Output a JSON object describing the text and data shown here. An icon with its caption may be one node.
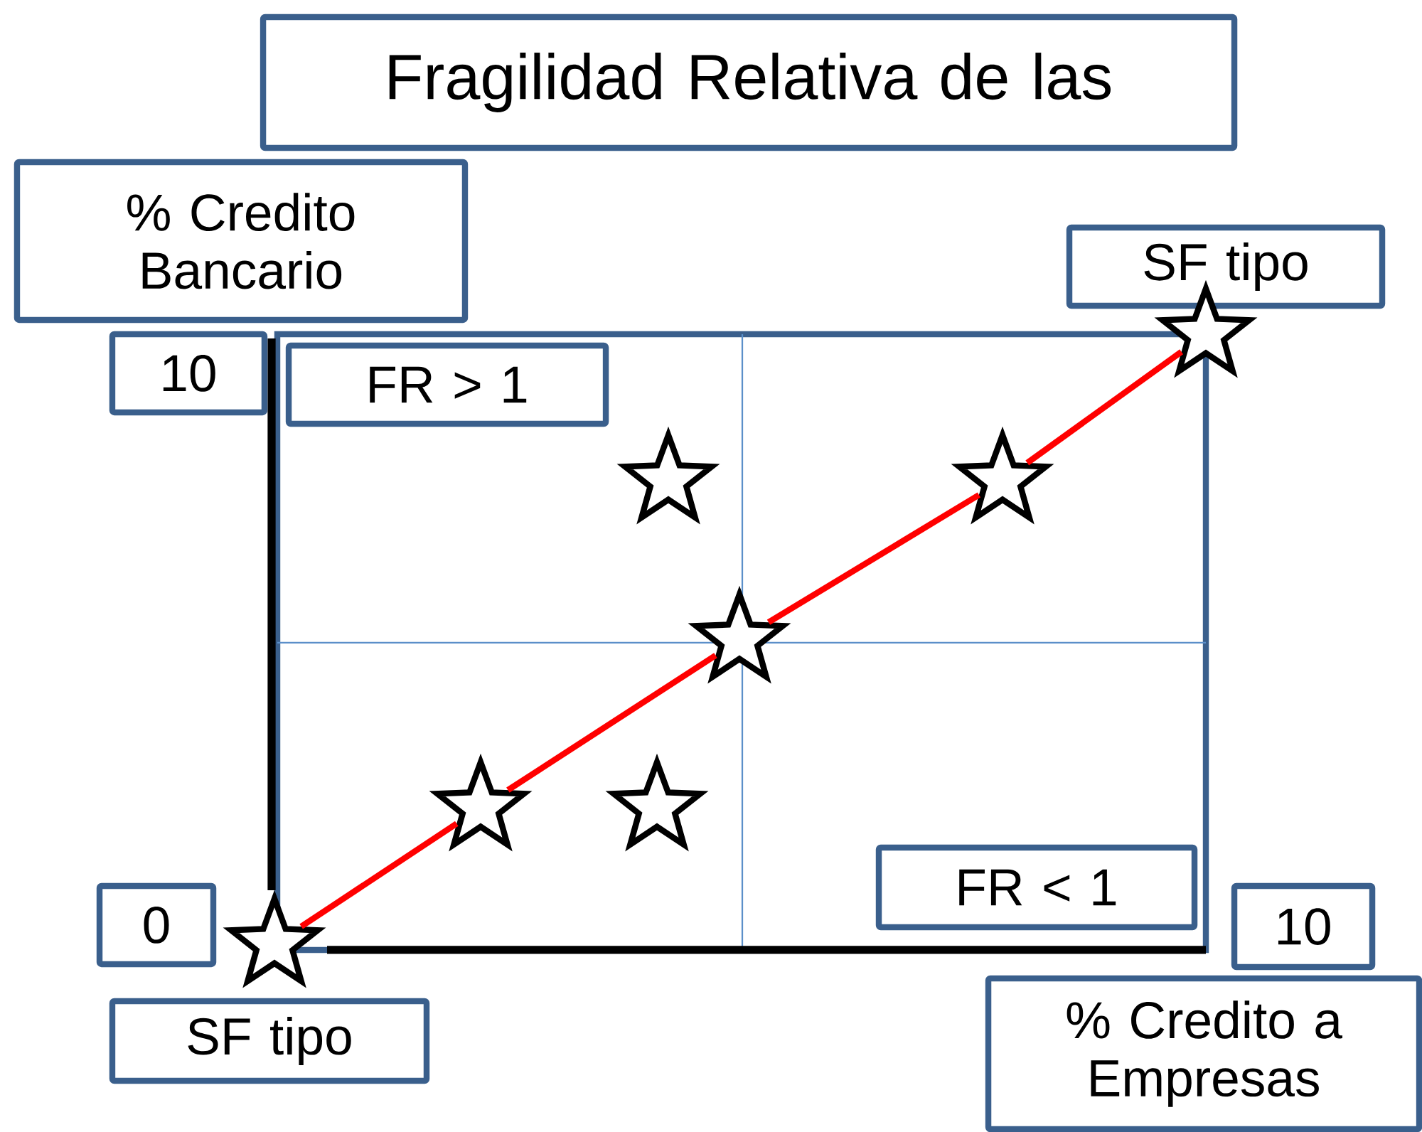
{
  "diagram": {
    "nodes": [
      {
        "text": [
          "Fragilidad Relativa de las"
        ]
      },
      {
        "text": [
          "% Credito Bancario"
        ]
      },
      {
        "text": [
          "SF tipo"
        ]
      },
      {
        "text": [
          "10"
        ]
      },
      {
        "text": [
          "FR > 1"
        ]
      },
      {
        "text": [],
        "shape": "star"
      },
      {
        "text": [],
        "shape": "star"
      },
      {
        "text": [],
        "shape": "star"
      },
      {
        "text": [],
        "shape": "star"
      },
      {
        "text": [],
        "shape": "star"
      },
      {
        "text": [],
        "shape": "star"
      },
      {
        "text": [
          "FR < 1"
        ]
      },
      {
        "text": [
          "0"
        ]
      },
      {
        "text": [
          "10"
        ]
      },
      {
        "text": [],
        "shape": "star"
      },
      {
        "text": [
          "SF tipo"
        ]
      },
      {
        "text": [
          "% Credito a Empresas"
        ]
      }
    ],
    "edges": [
      {
        "from": 14,
        "to": 9,
        "arrow": "none",
        "color": "#ff0000"
      },
      {
        "from": 9,
        "to": 8,
        "arrow": "none",
        "color": "#ff0000"
      },
      {
        "from": 8,
        "to": 7,
        "arrow": "none",
        "color": "#ff0000"
      },
      {
        "from": 7,
        "to": 5,
        "arrow": "none",
        "color": "#ff0000"
      }
    ]
  }
}
